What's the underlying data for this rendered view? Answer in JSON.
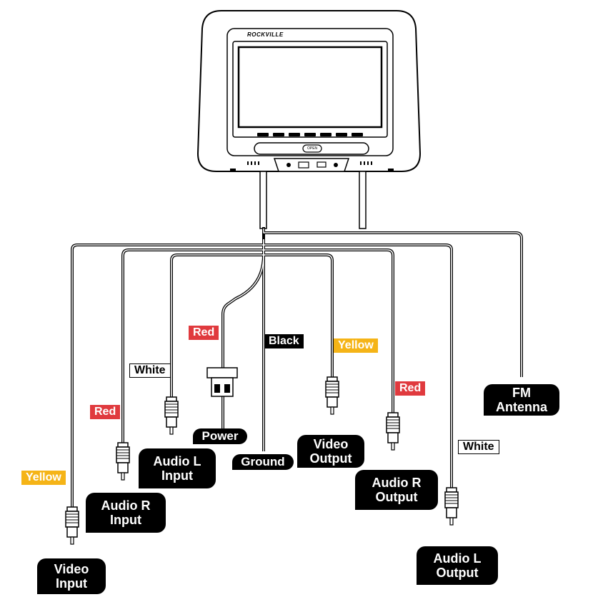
{
  "headrest": {
    "brand": "ROCKVILLE",
    "open_label": "OPEN"
  },
  "wire_colors": {
    "red": "Red",
    "black": "Black",
    "yellow_video_out": "Yellow",
    "red_audio_r_out": "Red",
    "white_audio_l_out": "White",
    "white_audio_l_in": "White",
    "red_audio_r_in": "Red",
    "yellow_video_in": "Yellow"
  },
  "connectors": {
    "fm_antenna": "FM\nAntenna",
    "power": "Power",
    "ground": "Ground",
    "video_output": "Video\nOutput",
    "audio_r_output": "Audio R\nOutput",
    "audio_l_output": "Audio L\nOutput",
    "audio_l_input": "Audio L\nInput",
    "audio_r_input": "Audio R\nInput",
    "video_input": "Video\nInput"
  },
  "colors": {
    "red": "#e03a3e",
    "yellow": "#f5b417",
    "black": "#000000",
    "white": "#ffffff"
  }
}
